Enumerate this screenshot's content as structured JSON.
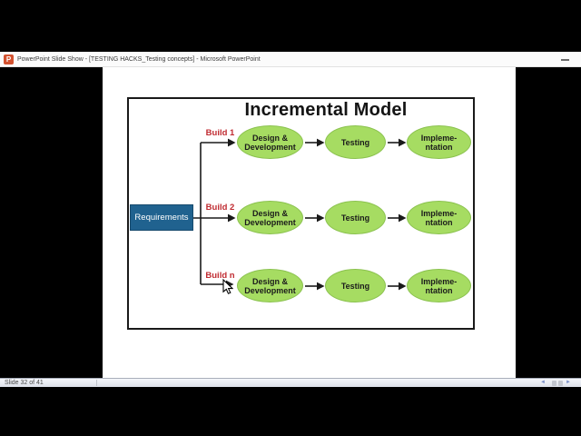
{
  "window": {
    "title": "PowerPoint Slide Show - [TESTING HACKS_Testing concepts] - Microsoft PowerPoint",
    "app_icon_letter": "P"
  },
  "statusbar": {
    "slide_counter": "Slide 32 of 41"
  },
  "icons": {
    "minimize": "–",
    "nav_previous": "◄",
    "nav_next": "►"
  },
  "slide": {
    "title": "Incremental Model",
    "requirements_label": "Requirements",
    "builds": [
      "Build 1",
      "Build 2",
      "Build n"
    ],
    "stages": [
      {
        "name": "design-development",
        "lines": [
          "Design &",
          "Development"
        ]
      },
      {
        "name": "testing",
        "lines": [
          "Testing"
        ]
      },
      {
        "name": "implementation",
        "lines": [
          "Impleme-",
          "ntation"
        ]
      }
    ],
    "colors": {
      "ellipse_fill": "#a6dc62",
      "ellipse_border": "#8bc24f",
      "requirements_fill": "#20628f",
      "requirements_text": "#ffffff",
      "build_label": "#c02b31",
      "connector": "#1a1a1a"
    }
  }
}
